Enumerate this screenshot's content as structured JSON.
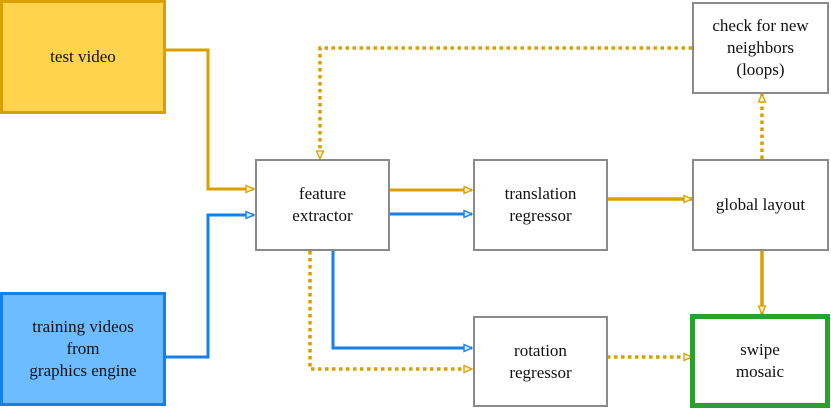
{
  "nodes": {
    "test_video": {
      "lines": [
        "test video"
      ]
    },
    "training_videos": {
      "lines": [
        "training videos",
        "from",
        "graphics engine"
      ]
    },
    "feature_extractor": {
      "lines": [
        "feature",
        "extractor"
      ]
    },
    "translation_regressor": {
      "lines": [
        "translation",
        "regressor"
      ]
    },
    "rotation_regressor": {
      "lines": [
        "rotation",
        "regressor"
      ]
    },
    "global_layout": {
      "lines": [
        "global layout"
      ]
    },
    "check_neighbors": {
      "lines": [
        "check for new",
        "neighbors",
        "(loops)"
      ]
    },
    "swipe_mosaic": {
      "lines": [
        "swipe",
        "mosaic"
      ]
    }
  },
  "colors": {
    "test_path": "#d8a000",
    "train_path": "#1580e8",
    "test_fill": "#ffd34d",
    "train_fill": "#6cbcff",
    "output_border": "#2e9e2e",
    "box_border": "#8a8a8a"
  },
  "edges": [
    {
      "from": "test_video",
      "to": "feature_extractor",
      "color": "test_path",
      "style": "solid"
    },
    {
      "from": "training_videos",
      "to": "feature_extractor",
      "color": "train_path",
      "style": "solid"
    },
    {
      "from": "feature_extractor",
      "to": "translation_regressor",
      "color": "test_path",
      "style": "solid"
    },
    {
      "from": "feature_extractor",
      "to": "translation_regressor",
      "color": "train_path",
      "style": "solid"
    },
    {
      "from": "feature_extractor",
      "to": "rotation_regressor",
      "color": "train_path",
      "style": "solid"
    },
    {
      "from": "feature_extractor",
      "to": "rotation_regressor",
      "color": "test_path",
      "style": "dotted"
    },
    {
      "from": "translation_regressor",
      "to": "global_layout",
      "color": "test_path",
      "style": "solid"
    },
    {
      "from": "global_layout",
      "to": "check_neighbors",
      "color": "test_path",
      "style": "dotted"
    },
    {
      "from": "check_neighbors",
      "to": "feature_extractor",
      "color": "test_path",
      "style": "dotted"
    },
    {
      "from": "global_layout",
      "to": "swipe_mosaic",
      "color": "test_path",
      "style": "solid"
    },
    {
      "from": "rotation_regressor",
      "to": "swipe_mosaic",
      "color": "test_path",
      "style": "dotted"
    }
  ]
}
